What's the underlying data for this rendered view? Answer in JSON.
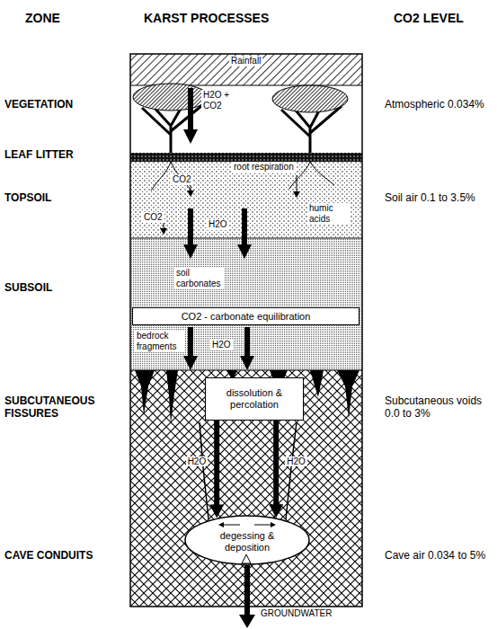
{
  "diagram": {
    "nodes": [
      {
        "text": [
          "CO2 - carbonate equilibration"
        ]
      },
      {
        "text": [
          "dissolution & percolation"
        ]
      },
      {
        "text": [
          "degessing & deposition"
        ]
      }
    ],
    "edges": [
      {
        "from": 1,
        "to": 2,
        "arrow": "to",
        "label": "H2O"
      },
      {
        "from": 1,
        "to": 2,
        "arrow": "to",
        "label": "H2O"
      }
    ],
    "labels": [
      "ZONE",
      "KARST PROCESSES",
      "CO2 LEVEL",
      "VEGETATION",
      "LEAF LITTER",
      "TOPSOIL",
      "SUBSOIL",
      "SUBCUTANEOUS FISSURES",
      "CAVE CONDUITS",
      "Atmospheric 0.034%",
      "Soil air 0.1 to 3.5%",
      "Subcutaneous voids 0.0 to 3%",
      "Cave air 0.034 to 5%",
      "Rainfall",
      "H2O + CO2",
      "root respiration",
      "CO2",
      "CO2",
      "humic acids",
      "H2O",
      "soil carbonates",
      "bedrock fragments",
      "H2O",
      "GROUNDWATER"
    ]
  }
}
